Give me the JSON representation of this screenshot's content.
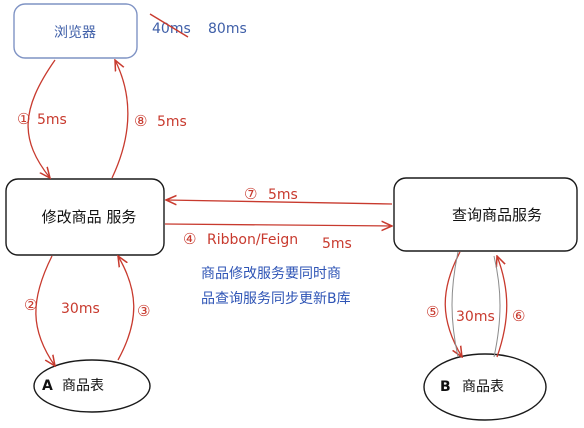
{
  "colors": {
    "box_stroke": "#1a1a1a",
    "browser_stroke": "#7f93c4",
    "browser_text": "#3f5fa8",
    "arrow_red": "#c83a2e",
    "label_red": "#c83a2e",
    "note_blue": "#2f55b6",
    "text_black": "#111111"
  },
  "nodes": {
    "browser": "浏览器",
    "modify_service": "修改商品 服务",
    "query_service": "查询商品服务",
    "table_a_letter": "A",
    "table_a_label": "商品表",
    "table_b_letter": "B",
    "table_b_label": "商品表"
  },
  "top_note": {
    "crossed": "40ms",
    "latency": "80ms"
  },
  "steps": [
    {
      "num": "①",
      "time": "5ms"
    },
    {
      "num": "②",
      "time": "30ms"
    },
    {
      "num": "③",
      "time": ""
    },
    {
      "num": "④",
      "label": "Ribbon/Feign",
      "time": "5ms"
    },
    {
      "num": "⑤",
      "time": "30ms"
    },
    {
      "num": "⑥",
      "time": ""
    },
    {
      "num": "⑦",
      "time": "5ms"
    },
    {
      "num": "⑧",
      "time": "5ms"
    }
  ],
  "note_lines": [
    "商品修改服务要同时商",
    "品查询服务同步更新B库"
  ]
}
